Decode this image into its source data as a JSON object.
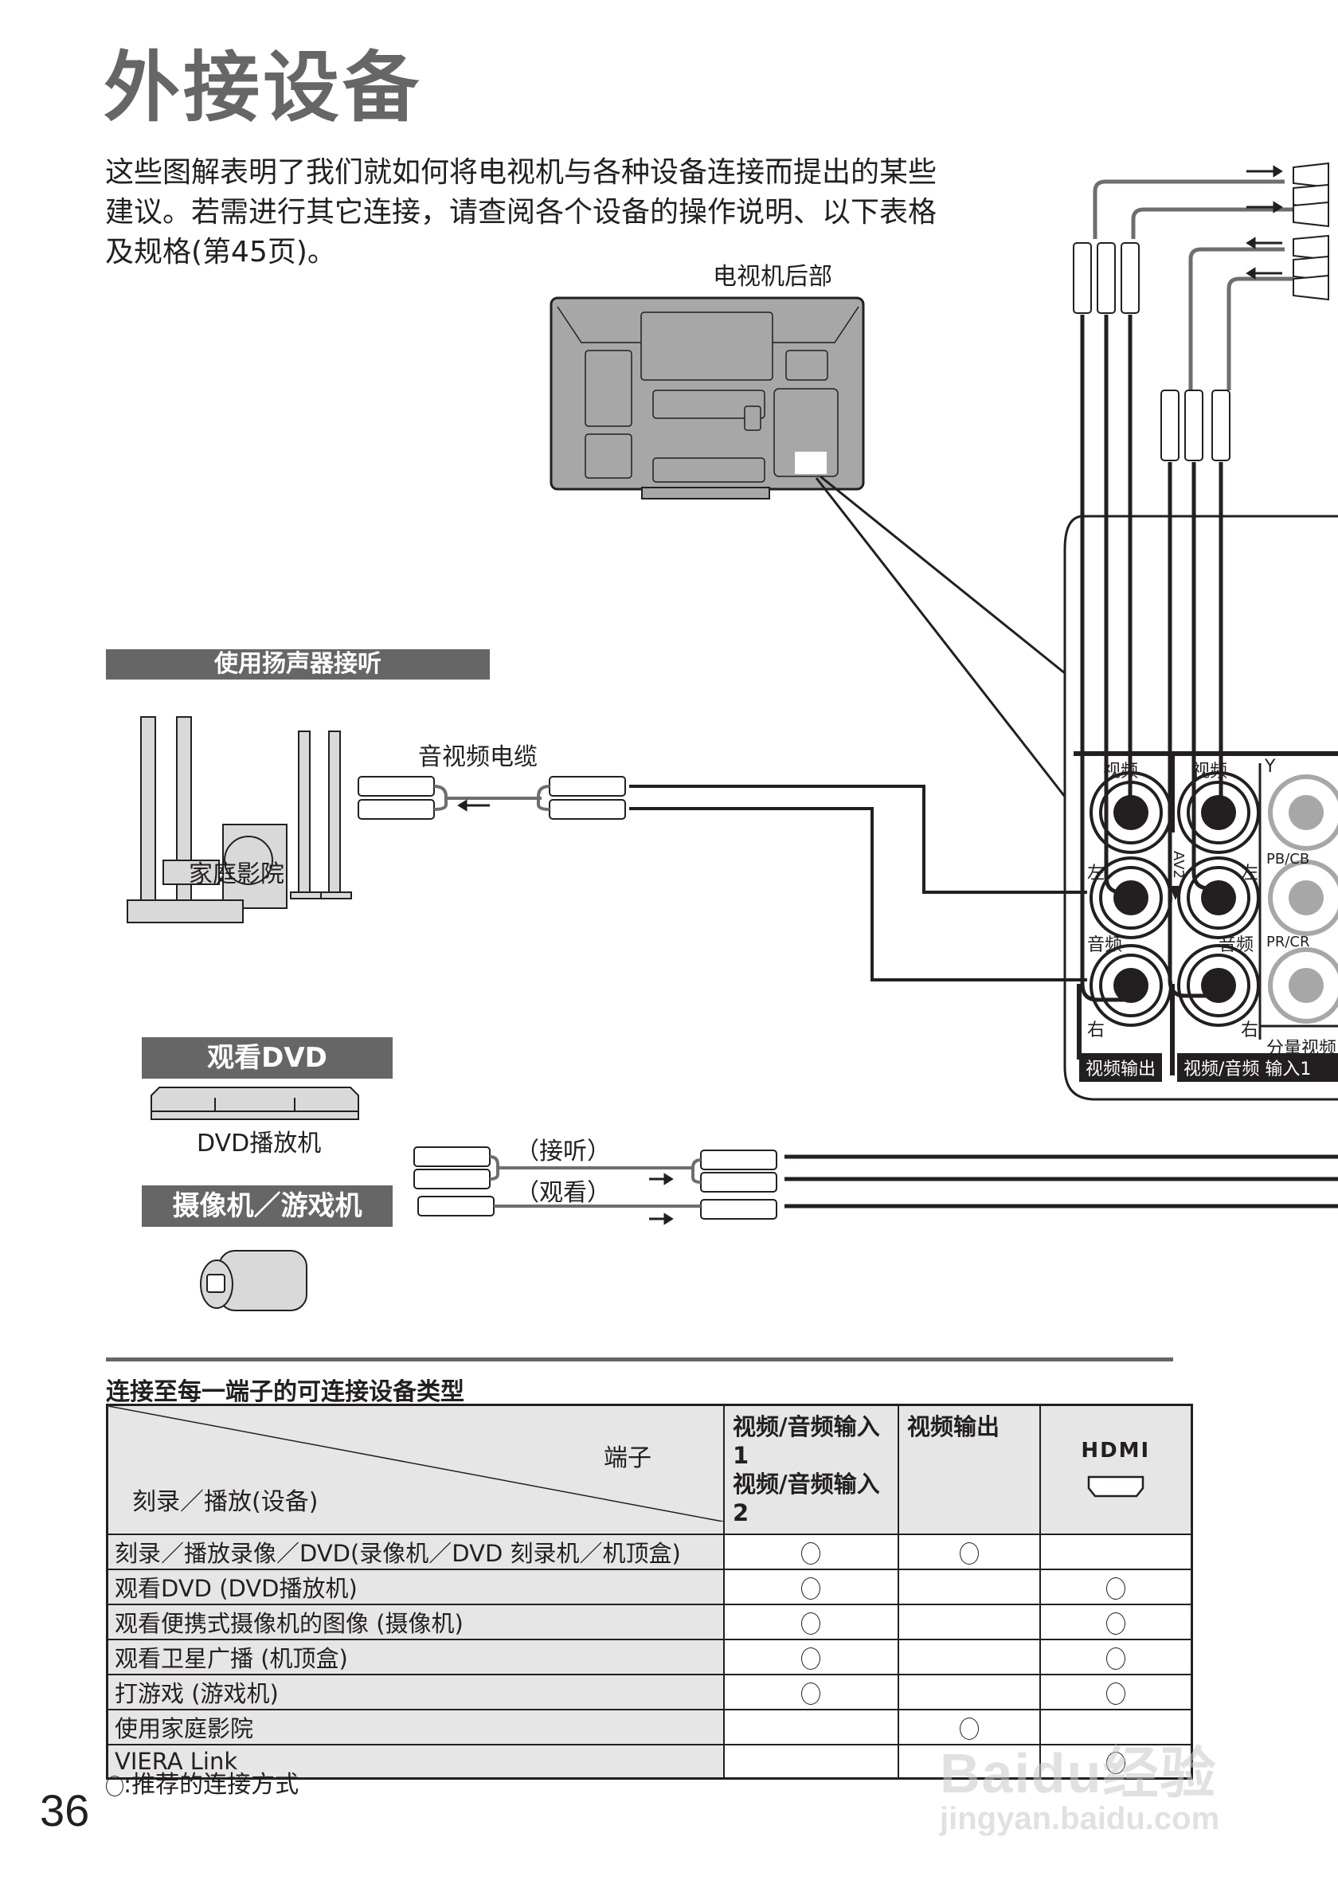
{
  "page": {
    "title": "外接设备",
    "intro_lines": [
      "这些图解表明了我们就如何将电视机与各种设备连接而提出的某些",
      "建议。若需进行其它连接，请查阅各个设备的操作说明、以下表格",
      "及规格(第45页)。"
    ],
    "page_number": "36"
  },
  "diagram": {
    "tv_rear_label": "电视机后部",
    "sections": {
      "speakers": "使用扬声器接听",
      "dvd": "观看DVD",
      "camera_game": "摄像机／游戏机"
    },
    "devices": {
      "home_theater": "家庭影院",
      "dvd_player": "DVD播放机"
    },
    "cables": {
      "av_cable": "音视频电缆",
      "listen": "（接听）",
      "watch": "（观看）"
    },
    "panel": {
      "video": "视频",
      "left": "左",
      "audio": "音频",
      "right": "右",
      "y": "Y",
      "pb_cb": "PB/CB",
      "pr_cr": "PR/CR",
      "component": "分量视频",
      "video_out": "视频输出",
      "av_in1": "视频/音频  输入1",
      "av2_rotated": "AV2"
    }
  },
  "table": {
    "heading": "连接至每一端子的可连接设备类型",
    "corner_top": "端子",
    "corner_bottom": "刻录／播放(设备)",
    "columns": [
      {
        "label": "视频/音频输入1\n视频/音频输入2",
        "line1": "视频/音频输入1",
        "line2": "视频/音频输入2"
      },
      {
        "label": "视频输出"
      },
      {
        "label": "HDMI",
        "icon": "hdmi-port-icon"
      }
    ],
    "rows": [
      {
        "label": "刻录／播放录像／DVD(录像机／DVD 刻录机／机顶盒)",
        "marks": [
          true,
          true,
          false
        ]
      },
      {
        "label": "观看DVD (DVD播放机)",
        "marks": [
          true,
          false,
          true
        ]
      },
      {
        "label": "观看便携式摄像机的图像 (摄像机)",
        "marks": [
          true,
          false,
          true
        ]
      },
      {
        "label": "观看卫星广播 (机顶盒)",
        "marks": [
          true,
          false,
          true
        ]
      },
      {
        "label": "打游戏 (游戏机)",
        "marks": [
          true,
          false,
          true
        ]
      },
      {
        "label": "使用家庭影院",
        "marks": [
          false,
          true,
          false
        ]
      },
      {
        "label": "VIERA Link",
        "marks": [
          false,
          false,
          true
        ]
      }
    ],
    "footnote": ":推荐的连接方式"
  },
  "watermark": {
    "line1": "Baidu经验",
    "line2": "jingyan.baidu.com"
  }
}
